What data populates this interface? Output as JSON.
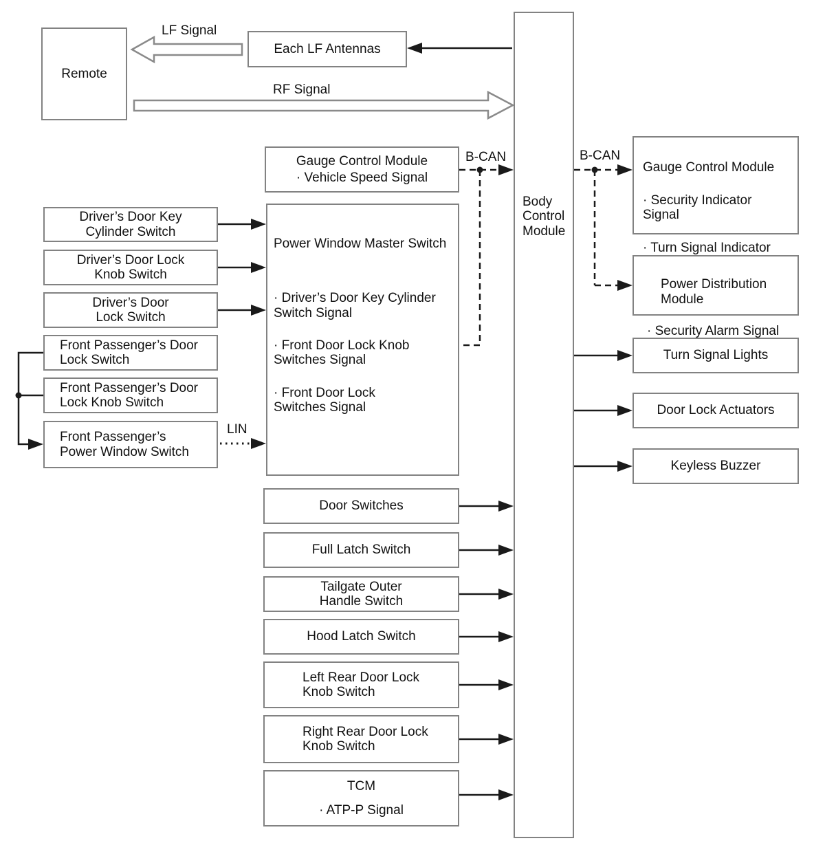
{
  "labels": {
    "lf_signal": "LF Signal",
    "rf_signal": "RF Signal",
    "b_can_left": "B-CAN",
    "b_can_right": "B-CAN",
    "lin": "LIN"
  },
  "nodes": {
    "remote": {
      "label": "Remote"
    },
    "each_lf_antennas": {
      "label": "Each LF Antennas"
    },
    "body_control_module": {
      "label": "Body\nControl\nModule"
    },
    "gauge_control_module_in": {
      "title": "Gauge Control Module",
      "item": "· Vehicle Speed Signal"
    },
    "power_window_master_switch": {
      "title": "Power Window Master Switch",
      "items": [
        "· Driver’s Door Key Cylinder\nSwitch Signal",
        "· Front Door Lock Knob\nSwitches Signal",
        "· Front Door Lock\nSwitches Signal"
      ]
    },
    "drivers_door_key_cylinder_switch": {
      "label": "Driver’s Door Key\nCylinder Switch"
    },
    "drivers_door_lock_knob_switch": {
      "label": "Driver’s Door Lock\nKnob Switch"
    },
    "drivers_door_lock_switch": {
      "label": "Driver’s Door\nLock Switch"
    },
    "front_passengers_door_lock_switch": {
      "label": "Front Passenger’s Door\nLock Switch"
    },
    "front_passengers_door_lock_knob_switch": {
      "label": "Front Passenger’s Door\nLock Knob Switch"
    },
    "front_passengers_power_window_switch": {
      "label": "Front Passenger’s\nPower Window Switch"
    },
    "door_switches": {
      "label": "Door Switches"
    },
    "full_latch_switch": {
      "label": "Full Latch Switch"
    },
    "tailgate_outer_handle_switch": {
      "label": "Tailgate Outer\nHandle Switch"
    },
    "hood_latch_switch": {
      "label": "Hood Latch Switch"
    },
    "left_rear_door_lock_knob_switch": {
      "label": "Left Rear Door Lock\nKnob Switch"
    },
    "right_rear_door_lock_knob_switch": {
      "label": "Right Rear Door Lock\nKnob Switch"
    },
    "tcm": {
      "title": "TCM",
      "item": "· ATP-P Signal"
    },
    "gauge_control_module_out": {
      "title": "Gauge Control Module",
      "items": [
        "· Security Indicator\nSignal",
        "· Turn Signal Indicator\nSignal"
      ]
    },
    "power_distribution_module": {
      "title": "Power Distribution\nModule",
      "item": "· Security Alarm Signal"
    },
    "turn_signal_lights": {
      "label": "Turn Signal Lights"
    },
    "door_lock_actuators": {
      "label": "Door Lock Actuators"
    },
    "keyless_buzzer": {
      "label": "Keyless Buzzer"
    }
  },
  "colors": {
    "background": "#ffffff",
    "box_border": "#828282",
    "line": "#1a1a1a",
    "text": "#111111"
  }
}
